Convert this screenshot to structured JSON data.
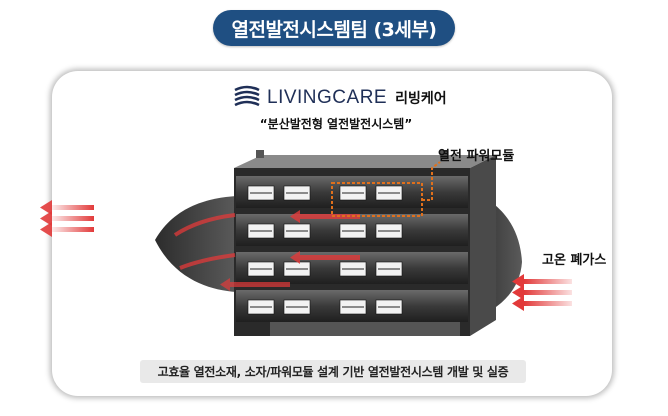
{
  "title": "열전발전시스템팀 (3세부)",
  "logo": {
    "brand": "LIVINGCARE",
    "korean": "리빙케어"
  },
  "tagline": "“분산발전형 열전발전시스템”",
  "labels": {
    "module": "열전 파워모듈",
    "exhaust": "고온 폐가스"
  },
  "caption": "고효율 열전소재, 소자/파워모듈 설계 기반 열전발전시스템 개발 및 실증",
  "colors": {
    "title_bg": "#1f4f82",
    "flow_arrow": "#e23a3a",
    "module_highlight": "#e0701c"
  },
  "icons": [
    "livingcare-logo-icon",
    "heat-flow-arrow-icon",
    "thermoelectric-module-icon"
  ]
}
